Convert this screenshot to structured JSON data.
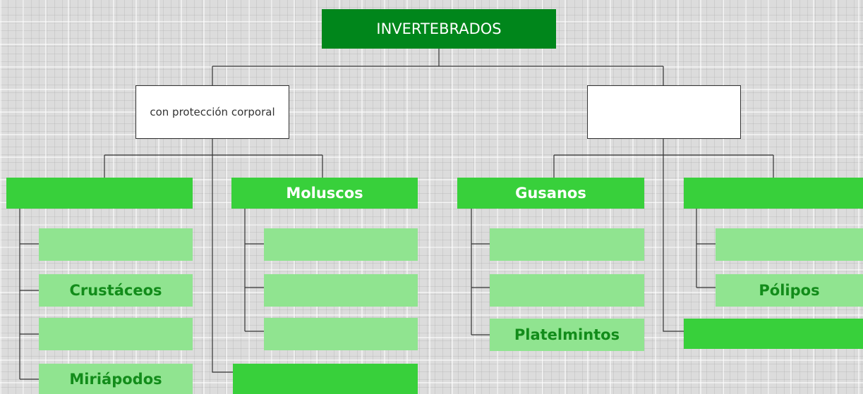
{
  "root": {
    "label": "INVERTEBRADOS"
  },
  "branches": [
    {
      "label": "con protección corporal",
      "groups": [
        {
          "label": "",
          "items": [
            "",
            "Crustáceos",
            "",
            "Miriápodos"
          ]
        },
        {
          "label": "Moluscos",
          "items": [
            "",
            "",
            ""
          ]
        }
      ],
      "extra": ""
    },
    {
      "label": "",
      "groups": [
        {
          "label": "Gusanos",
          "items": [
            "",
            "",
            "Platelmintos"
          ]
        },
        {
          "label": "",
          "items": [
            "",
            "Pólipos"
          ]
        }
      ],
      "extra": ""
    }
  ],
  "colors": {
    "root": "#00861b",
    "category": "#38d03b",
    "subcategory": "#90e490",
    "subcategory_text": "#128c1a",
    "line": "#333333"
  }
}
